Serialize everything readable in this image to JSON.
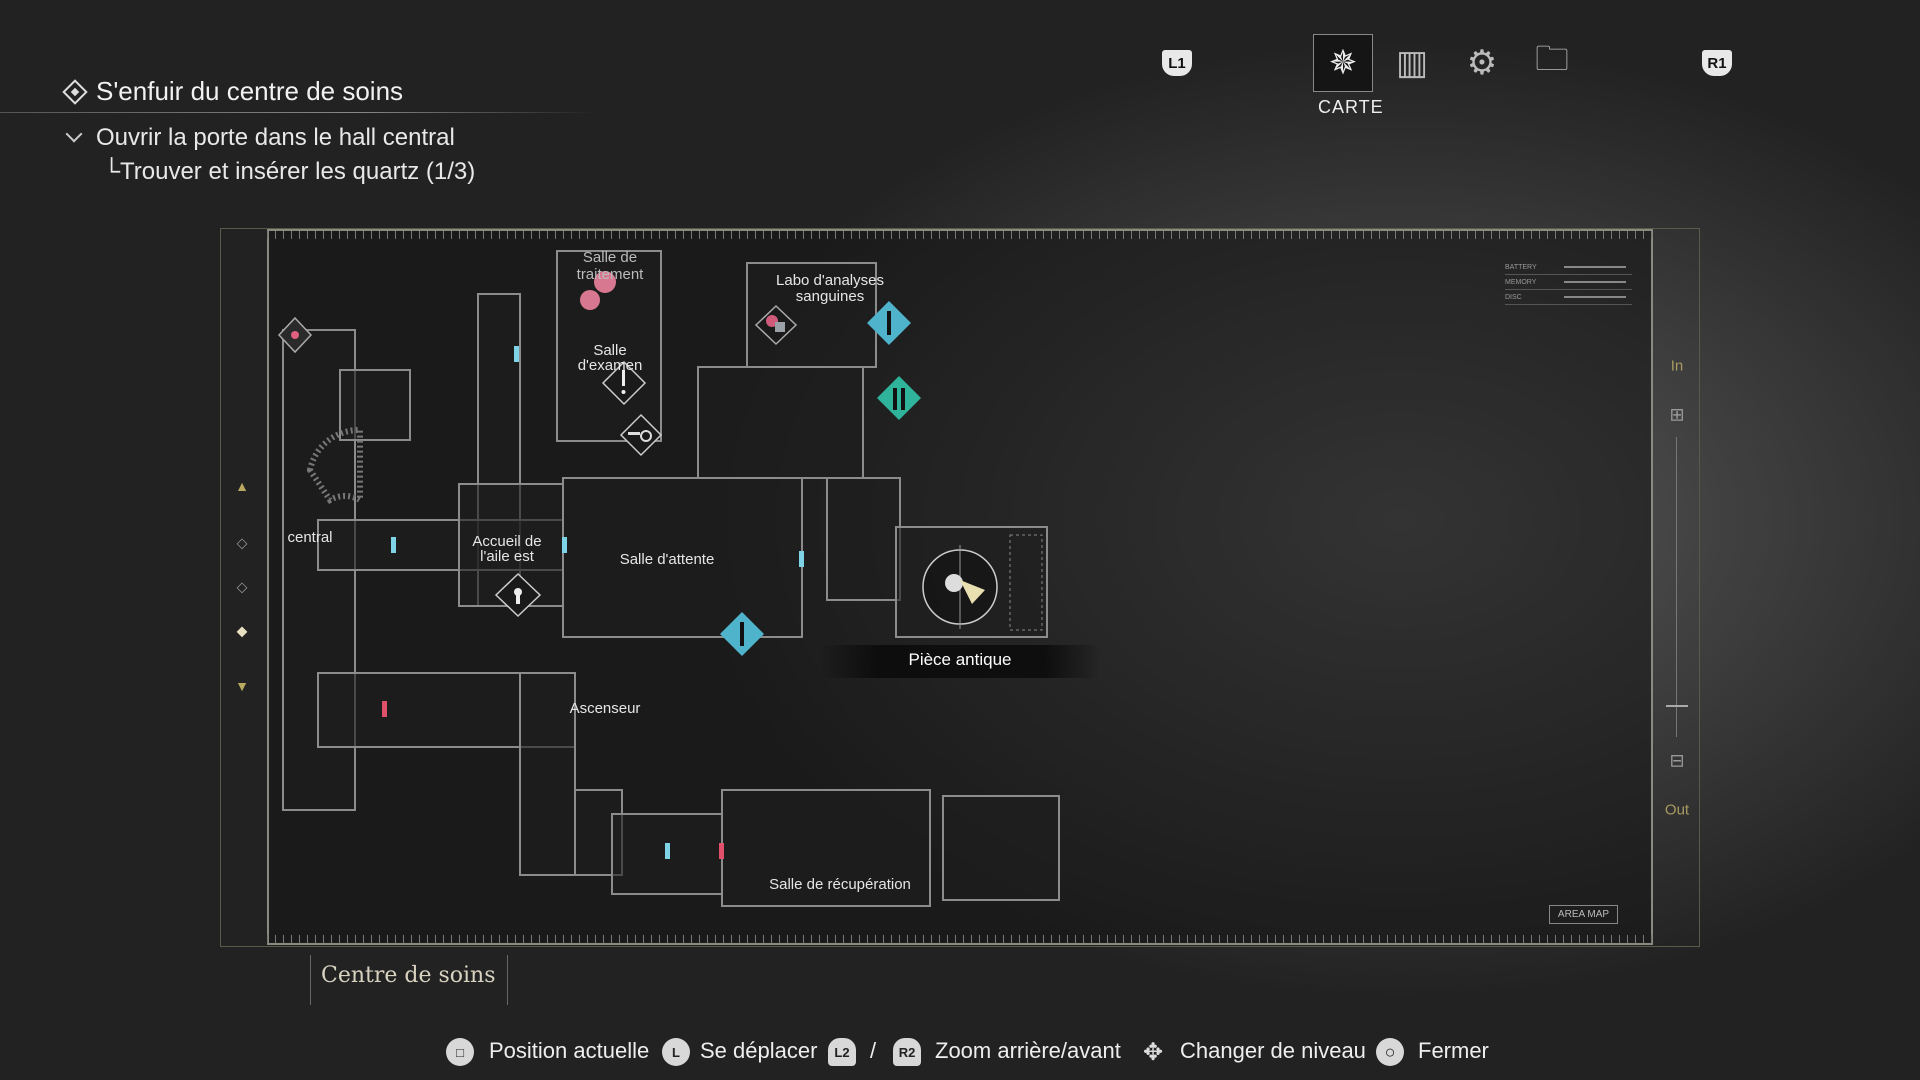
{
  "objectives": {
    "title": "S'enfuir du centre de soins",
    "step": "Ouvrir la porte dans le hall central",
    "substep": "└Trouver et insérer les quartz (1/3)"
  },
  "tabs": {
    "prev_button": "L1",
    "next_button": "R1",
    "items": [
      {
        "icon": "compass-icon",
        "label": "CARTE",
        "active": true
      },
      {
        "icon": "backpack-icon"
      },
      {
        "icon": "gears-icon"
      },
      {
        "icon": "files-icon"
      }
    ]
  },
  "map": {
    "labels": {
      "traitement": "Salle de\ntraitement",
      "labo_1": "Labo d'analyses",
      "labo_2": "sanguines",
      "examen_1": "Salle",
      "examen_2": "d'examen",
      "central": "central",
      "accueil_1": "Accueil de",
      "accueil_2": "l'aile est",
      "attente": "Salle d'attente",
      "antique": "Pièce antique",
      "ascenseur": "Ascenseur",
      "recuperation": "Salle de récupération"
    },
    "status_panel": [
      "BATTERY",
      "MEMORY",
      "DISC"
    ],
    "zoom_in": "In",
    "zoom_out": "Out",
    "area_map_button": "AREA MAP",
    "location": "Centre de soins",
    "colors": {
      "door_unlocked": "#7fd3e6",
      "door_locked": "#e0506a",
      "marker_blue": "#4fb3cc",
      "marker_green": "#2fb39a"
    }
  },
  "controls": [
    {
      "button": "□",
      "label": "Position actuelle"
    },
    {
      "button": "L",
      "label": "Se déplacer"
    },
    {
      "button": "L2",
      "sep": "/",
      "button2": "R2",
      "label": "Zoom arrière/avant"
    },
    {
      "button": "✥",
      "label": "Changer de niveau"
    },
    {
      "button": "○",
      "label": "Fermer"
    }
  ]
}
